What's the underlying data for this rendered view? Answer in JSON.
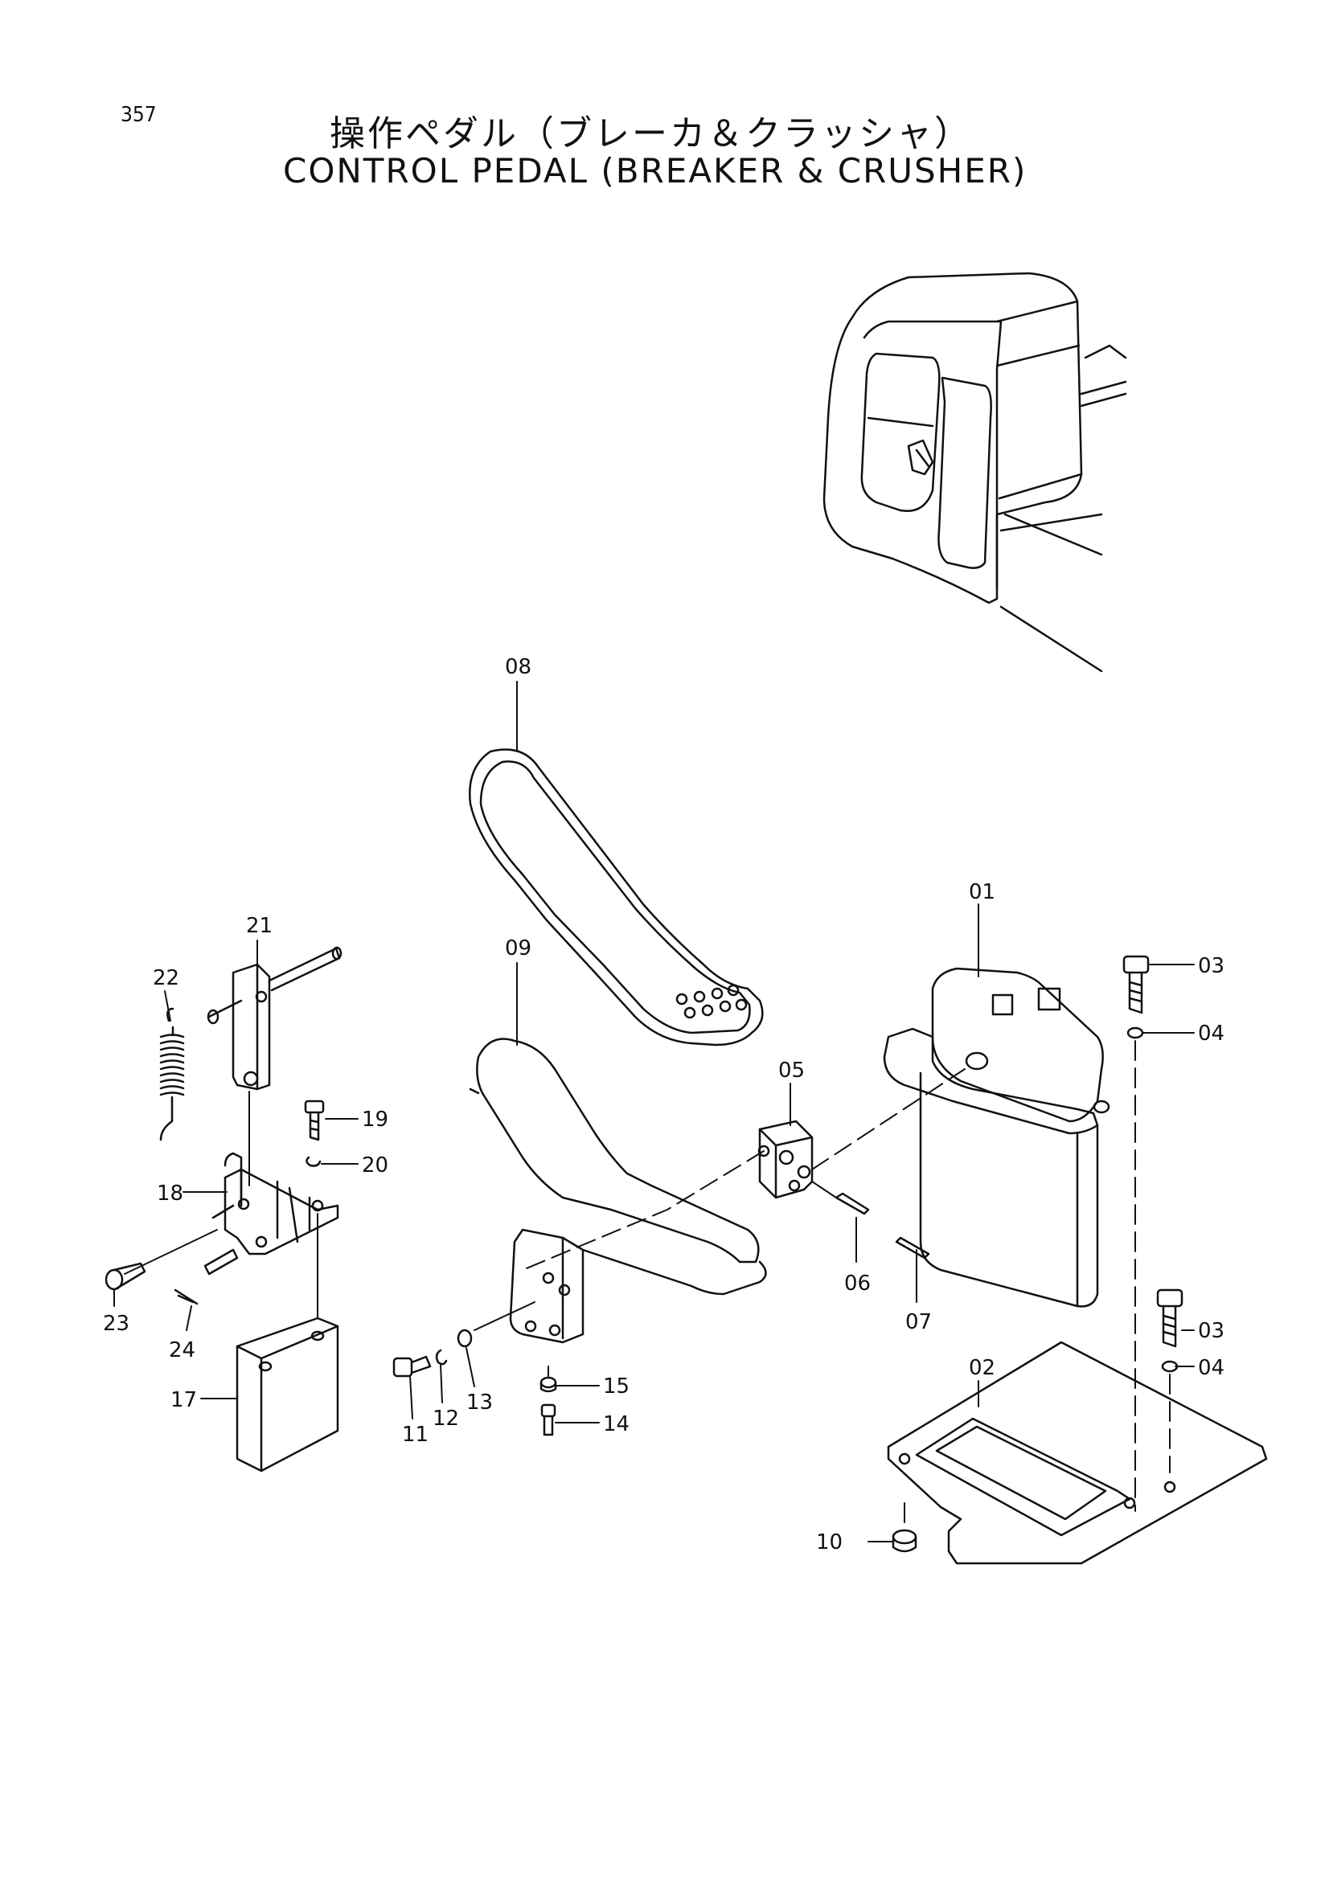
{
  "page": {
    "number": "357",
    "title_jp": "操作ペダル（ブレーカ＆クラッシャ）",
    "title_en": "CONTROL PEDAL (BREAKER & CRUSHER)"
  },
  "callouts": {
    "p01": "01",
    "p02": "02",
    "p03a": "03",
    "p03b": "03",
    "p04a": "04",
    "p04b": "04",
    "p05": "05",
    "p06": "06",
    "p07": "07",
    "p08": "08",
    "p09": "09",
    "p10": "10",
    "p11": "11",
    "p12": "12",
    "p13": "13",
    "p14": "14",
    "p15": "15",
    "p17": "17",
    "p18": "18",
    "p19": "19",
    "p20": "20",
    "p21": "21",
    "p22": "22",
    "p23": "23",
    "p24": "24"
  }
}
